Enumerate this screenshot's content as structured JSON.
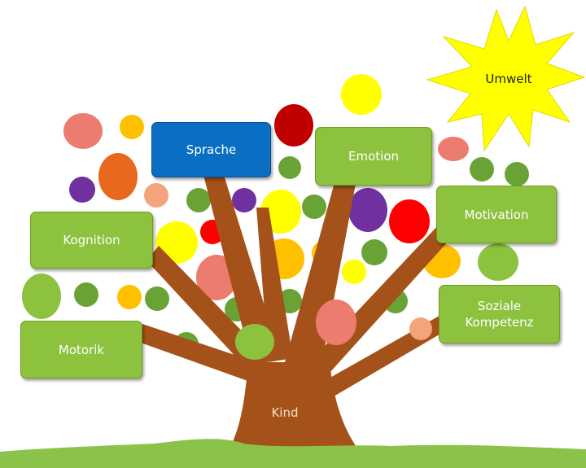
{
  "labels": {
    "center": "Kind",
    "sun": "Umwelt",
    "branches": {
      "sprache": "Sprache",
      "emotion": "Emotion",
      "kognition": "Kognition",
      "motivation": "Motivation",
      "motorik": "Motorik",
      "soziale_line1": "Soziale",
      "soziale_line2": "Kompetenz"
    }
  },
  "colors": {
    "trunk": "#a5521a",
    "grass": "#8bc34a",
    "sun": "#ffff00",
    "box_green": "#8dc23f",
    "box_blue": "#0a6fc2"
  }
}
